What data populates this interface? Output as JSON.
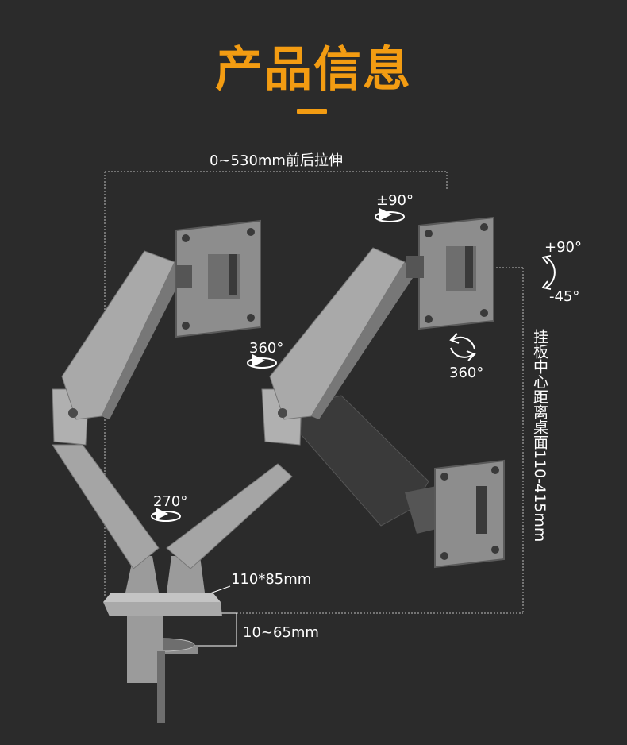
{
  "header": {
    "title": "产品信息"
  },
  "specs": {
    "reach": "0~530mm前后拉伸",
    "tilt_rotation": "±90°",
    "tilt_up": "+90°",
    "tilt_down": "-45°",
    "elbow_swivel": "360°",
    "plate_rotation": "360°",
    "base_swivel": "270°",
    "base_size": "110*85mm",
    "clamp_range": "10~65mm",
    "height_range": "挂板中心距离桌面110-415mm"
  },
  "colors": {
    "background": "#2b2b2b",
    "accent": "#f39c12",
    "arm": "#9b9b9b",
    "arm_dark": "#4a4a4a",
    "plate": "#8d8d8d"
  }
}
